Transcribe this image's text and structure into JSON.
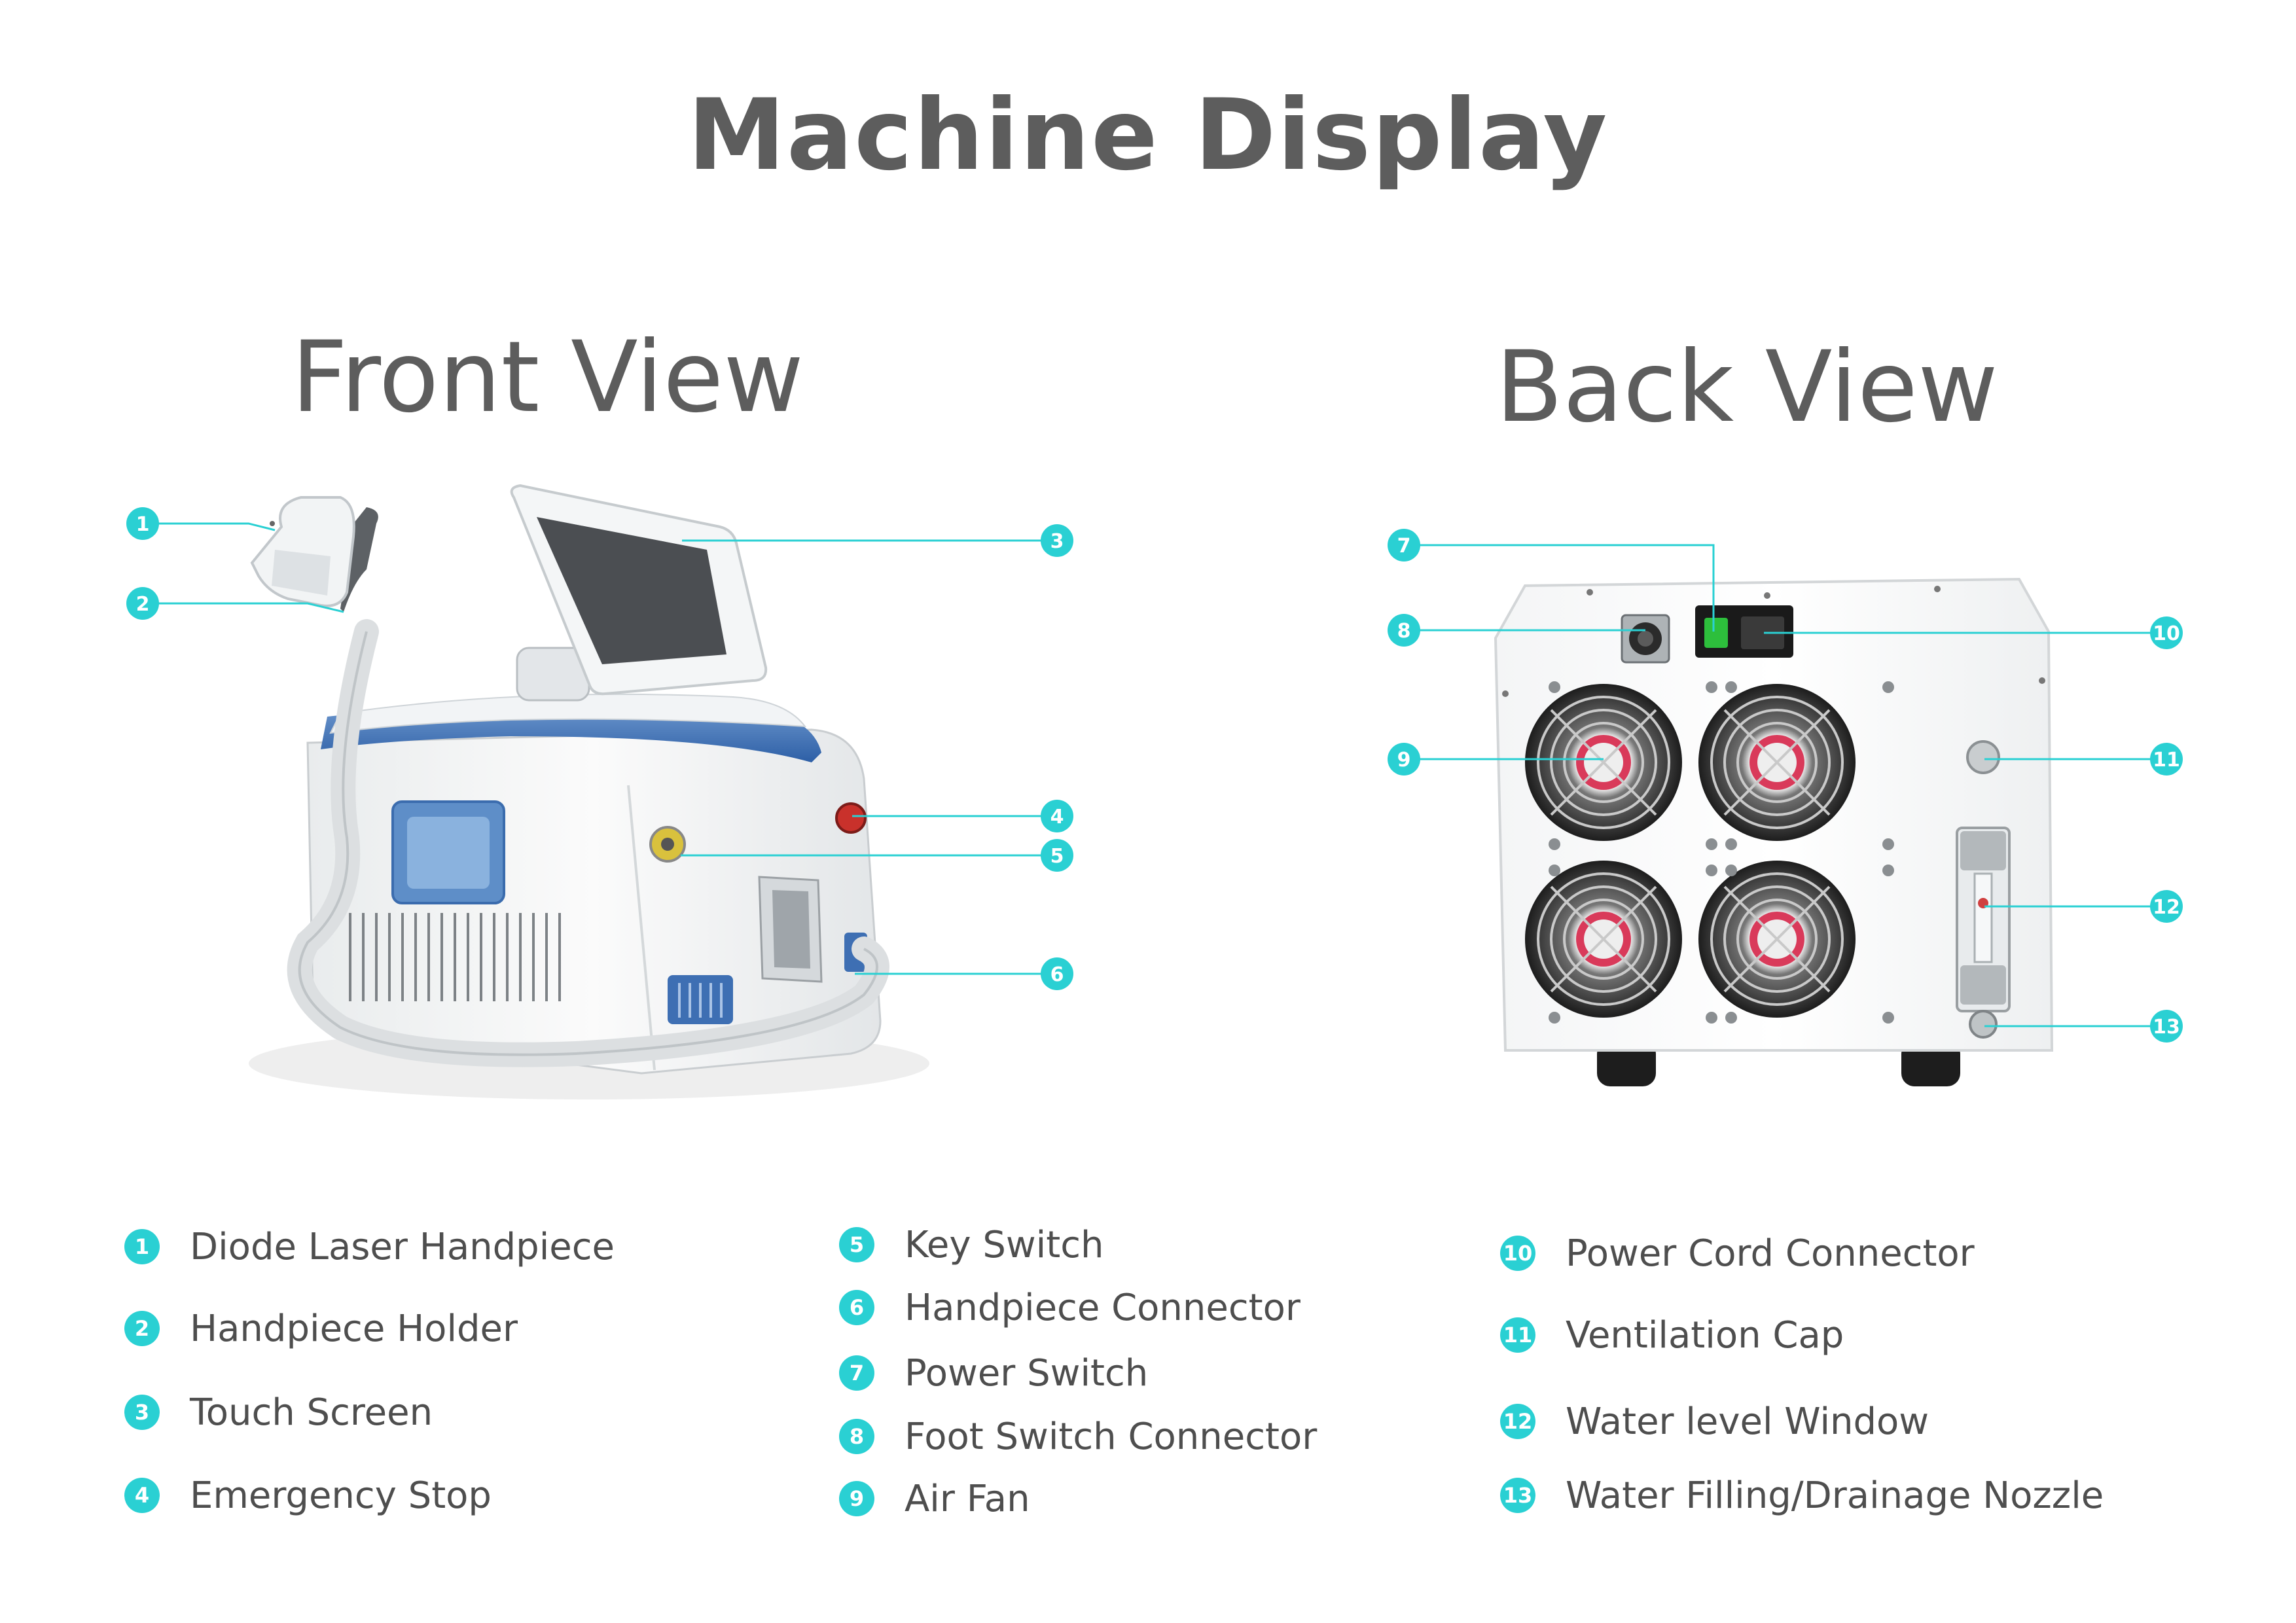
{
  "title": "Machine  Display",
  "front_view_title": "Front  View",
  "back_view_title": "Back View",
  "accent_color": "#2ad0d3",
  "callout_line_color": "#2ad0d3",
  "legend_columns": [
    [
      {
        "num": "1",
        "label": "Diode Laser Handpiece"
      },
      {
        "num": "2",
        "label": "Handpiece Holder"
      },
      {
        "num": "3",
        "label": "Touch Screen"
      },
      {
        "num": "4",
        "label": "Emergency Stop"
      }
    ],
    [
      {
        "num": "5",
        "label": "Key Switch"
      },
      {
        "num": "6",
        "label": "Handpiece Connector"
      },
      {
        "num": "7",
        "label": "Power Switch"
      },
      {
        "num": "8",
        "label": "Foot Switch Connector"
      },
      {
        "num": "9",
        "label": "Air Fan"
      }
    ],
    [
      {
        "num": "10",
        "label": "Power Cord Connector"
      },
      {
        "num": "11",
        "label": "Ventilation Cap"
      },
      {
        "num": "12",
        "label": "Water level Window"
      },
      {
        "num": "13",
        "label": "Water Filling/Drainage Nozzle"
      }
    ]
  ],
  "front_callouts": [
    "1",
    "2",
    "3",
    "4",
    "5",
    "6"
  ],
  "back_callouts": [
    "7",
    "8",
    "9",
    "10",
    "11",
    "12",
    "13"
  ]
}
